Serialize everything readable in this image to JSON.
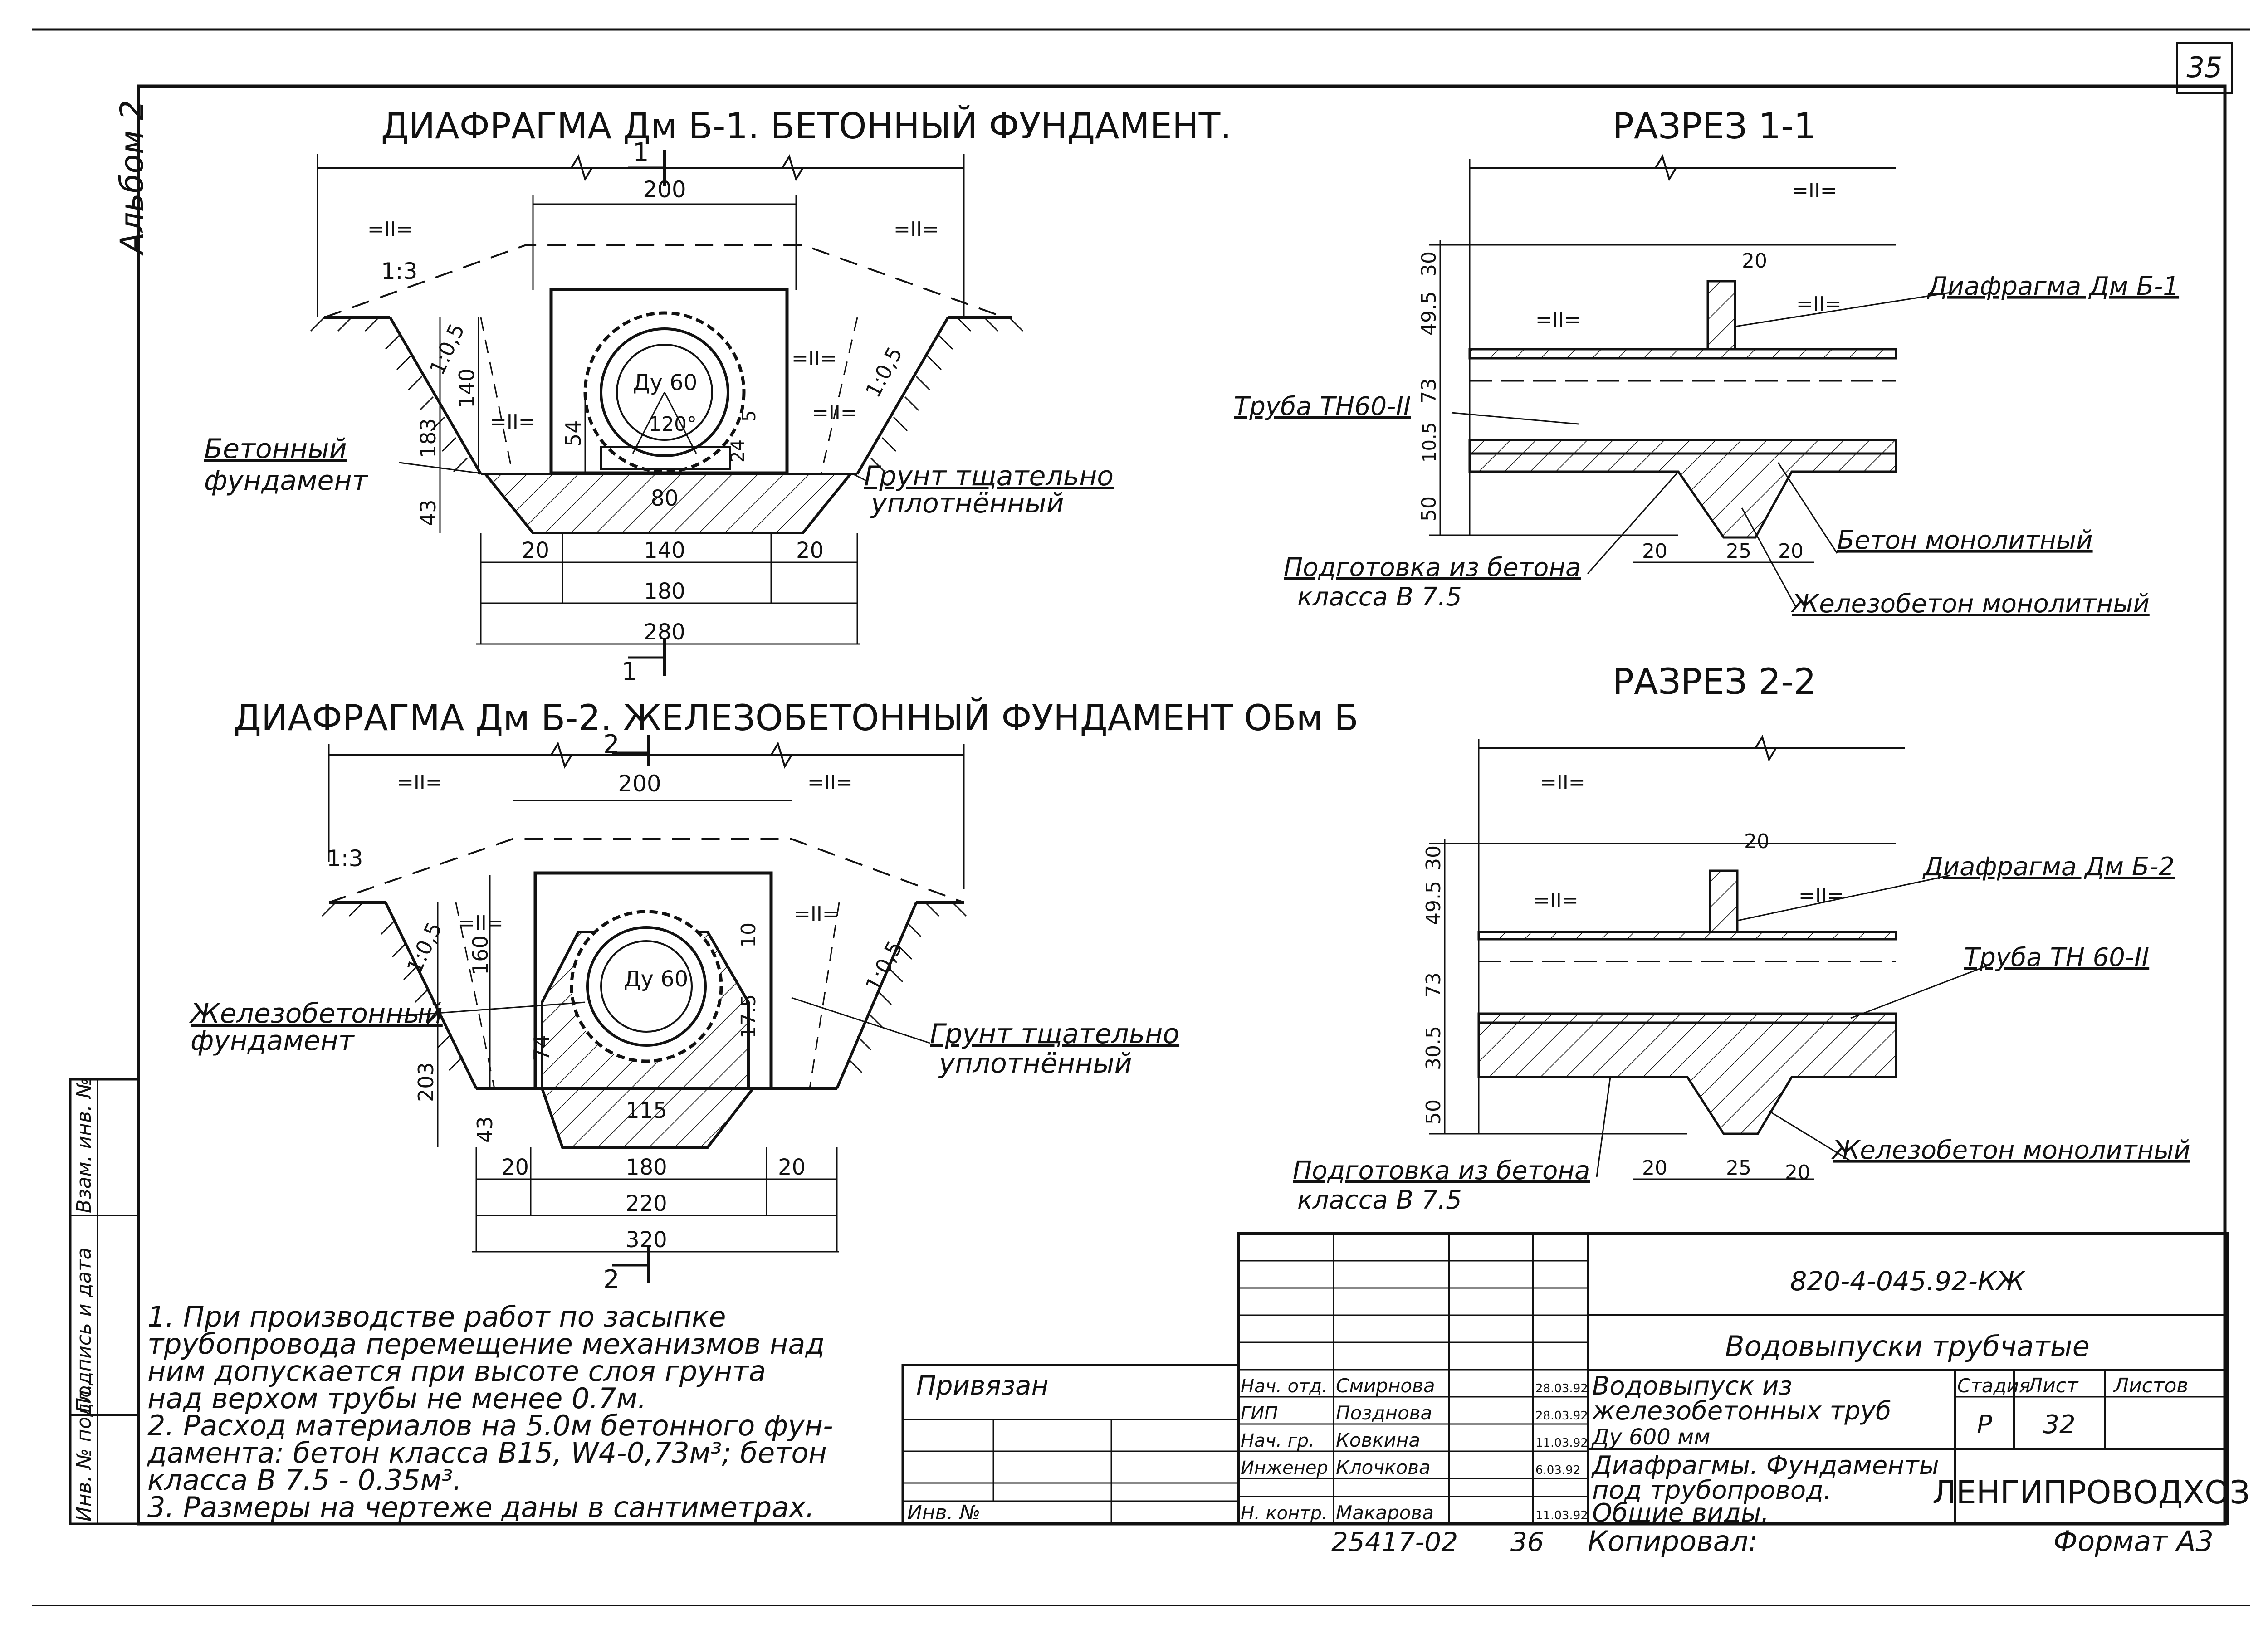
{
  "page_number": "35",
  "album_label": "Альбом 2",
  "view1": {
    "title": "ДИАФРАГМА Дм Б-1. БЕТОННЫЙ ФУНДАМЕНТ.",
    "section_mark": "1",
    "slope_left": "1:3",
    "slope_side_left": "1:0,5",
    "slope_side_right": "1:0,5",
    "same": "=II=",
    "pipe": "Ду 60",
    "angle": "120°",
    "dims": {
      "top": "200",
      "h140": "140",
      "h183": "183",
      "h54": "54",
      "h24": "24",
      "h5": "5",
      "h43": "43",
      "w80": "80",
      "w140": "140",
      "w180": "180",
      "w280": "280",
      "w20": "20"
    },
    "label_found": [
      "Бетонный",
      "фундамент"
    ],
    "label_soil": [
      "Грунт тщательно",
      "уплотнённый"
    ]
  },
  "view2": {
    "title": "ДИАФРАГМА Дм Б-2. ЖЕЛЕЗОБЕТОННЫЙ ФУНДАМЕНТ ОБм Б",
    "section_mark": "2",
    "slope_left": "1:3",
    "slope_side_left": "1:0,5",
    "slope_side_right": "1:0,5",
    "same": "=II=",
    "pipe": "Ду 60",
    "dims": {
      "top": "200",
      "h160": "160",
      "h203": "203",
      "h74": "74",
      "h10": "10",
      "h175": "17.5",
      "h43": "43",
      "w115": "115",
      "w180": "180",
      "w220": "220",
      "w320": "320",
      "w20": "20"
    },
    "label_found": [
      "Железобетонный",
      "фундамент"
    ],
    "label_soil": [
      "Грунт тщательно",
      "уплотнённый"
    ]
  },
  "section1": {
    "title": "РАЗРЕЗ 1-1",
    "same": "=II=",
    "dims": {
      "d30": "30",
      "d495": "49.5",
      "d73": "73",
      "d105": "10.5",
      "d50": "50",
      "w20": "20",
      "w25": "25"
    },
    "diaphragm": "Диафрагма Дм Б-1",
    "pipe": "Труба ТН60-II",
    "concrete": "Бетон монолитный",
    "prep": [
      "Подготовка из бетона",
      "класса В 7.5"
    ],
    "rc": "Железобетон монолитный"
  },
  "section2": {
    "title": "РАЗРЕЗ 2-2",
    "same": "=II=",
    "dims": {
      "d30": "30",
      "d495": "49.5",
      "d73": "73",
      "d305": "30.5",
      "d50": "50",
      "w20": "20",
      "w25": "25"
    },
    "diaphragm": "Диафрагма Дм Б-2",
    "pipe": "Труба ТН 60-II",
    "rc": "Железобетон монолитный",
    "prep": [
      "Подготовка из бетона",
      "класса В 7.5"
    ]
  },
  "notes": [
    "1. При производстве работ по засыпке",
    "трубопровода перемещение механизмов над",
    "ним допускается при высоте слоя грунта",
    "над верхом трубы не менее 0.7м.",
    "2. Расход материалов на 5.0м бетонного фун-",
    "дамента: бетон класса В15, W4-0,73м³; бетон",
    "класса В 7.5 - 0.35м³.",
    "3. Размеры на чертеже даны в сантиметрах."
  ],
  "left_strip": [
    "Инв. № подл.",
    "Подпись и дата",
    "Взам. инв. №"
  ],
  "stamp": {
    "privyazan": "Привязан",
    "inv": "Инв. №",
    "doc_code": "820-4-045.92-КЖ",
    "series": "Водовыпуски трубчатые",
    "object": [
      "Водовыпуск из",
      "железобетонных труб",
      "Ду 600 мм"
    ],
    "sheet_title": [
      "Диафрагмы. Фундаменты",
      "под трубопровод.",
      "Общие виды."
    ],
    "col_stage": "Стадия",
    "col_sheet": "Лист",
    "col_sheets": "Листов",
    "stage": "Р",
    "sheet": "32",
    "org": "ЛЕНГИПРОВОДХОЗ",
    "people": [
      {
        "role": "Нач. отд.",
        "name": "Смирнова",
        "date": "28.03.92"
      },
      {
        "role": "ГИП",
        "name": "Позднова",
        "date": "28.03.92"
      },
      {
        "role": "Нач. гр.",
        "name": "Ковкина",
        "date": "11.03.92"
      },
      {
        "role": "Инженер",
        "name": "Клочкова",
        "date": "6.03.92"
      },
      {
        "role": "Н. контр.",
        "name": "Макарова",
        "date": "11.03.92"
      }
    ],
    "num_bottom": "25417-02",
    "page_bottom": "36",
    "copied": "Копировал:",
    "format": "Формат А3"
  }
}
